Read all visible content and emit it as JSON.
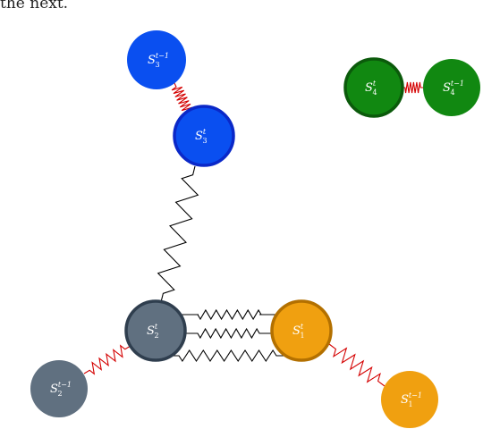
{
  "caption": "the next.",
  "colors": {
    "blue": "#0a4ff0",
    "blue_border": "#0a28c8",
    "green": "#118811",
    "green_border": "#0b5a0b",
    "gray": "#607080",
    "gray_border": "#2f3e4e",
    "orange": "#f0a010",
    "orange_border": "#b37000",
    "spring_red": "#d40000",
    "spring_black": "#000000"
  },
  "nodes": [
    {
      "id": "s3-prev",
      "base": "S",
      "sub": "3",
      "sup": "t−1",
      "color": "blue",
      "current": false
    },
    {
      "id": "s3",
      "base": "S",
      "sub": "3",
      "sup": "t",
      "color": "blue",
      "current": true
    },
    {
      "id": "s4",
      "base": "S",
      "sub": "4",
      "sup": "t",
      "color": "green",
      "current": true
    },
    {
      "id": "s4-prev",
      "base": "S",
      "sub": "4",
      "sup": "t−1",
      "color": "green",
      "current": false
    },
    {
      "id": "s2",
      "base": "S",
      "sub": "2",
      "sup": "t",
      "color": "gray",
      "current": true
    },
    {
      "id": "s2-prev",
      "base": "S",
      "sub": "2",
      "sup": "t−1",
      "color": "gray",
      "current": false
    },
    {
      "id": "s1",
      "base": "S",
      "sub": "1",
      "sup": "t",
      "color": "orange",
      "current": true
    },
    {
      "id": "s1-prev",
      "base": "S",
      "sub": "1",
      "sup": "t−1",
      "color": "orange",
      "current": false
    }
  ],
  "springs": [
    {
      "from": "s3-prev",
      "to": "s3",
      "type": "temporal"
    },
    {
      "from": "s4",
      "to": "s4-prev",
      "type": "temporal"
    },
    {
      "from": "s2-prev",
      "to": "s2",
      "type": "temporal"
    },
    {
      "from": "s1",
      "to": "s1-prev",
      "type": "temporal"
    },
    {
      "from": "s3",
      "to": "s2",
      "type": "spatial"
    },
    {
      "from": "s2",
      "to": "s1",
      "type": "spatial"
    },
    {
      "from": "s2",
      "to": "s1",
      "type": "spatial"
    },
    {
      "from": "s2",
      "to": "s1",
      "type": "spatial"
    }
  ]
}
